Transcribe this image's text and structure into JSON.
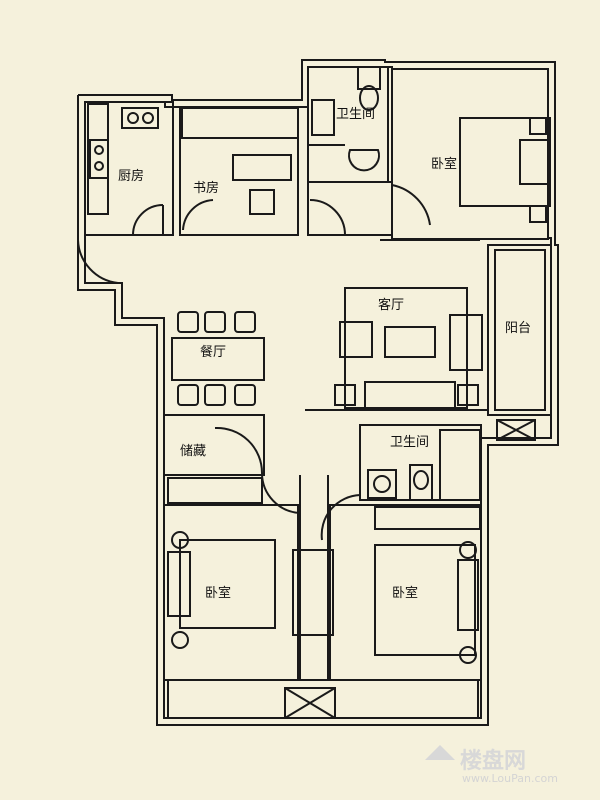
{
  "rooms": {
    "kitchen": "厨房",
    "study": "书房",
    "bath_top": "卫生间",
    "bedroom_master": "卧室",
    "living": "客厅",
    "balcony": "阳台",
    "dining": "餐厅",
    "storage": "储藏",
    "bath_mid": "卫生间",
    "bedroom_left": "卧室",
    "bedroom_right": "卧室"
  },
  "watermark": {
    "text": "楼盘网",
    "url": "www.LouPan.com"
  },
  "colors": {
    "background": "#f5f1dc",
    "wall": "#1a1a1a"
  }
}
